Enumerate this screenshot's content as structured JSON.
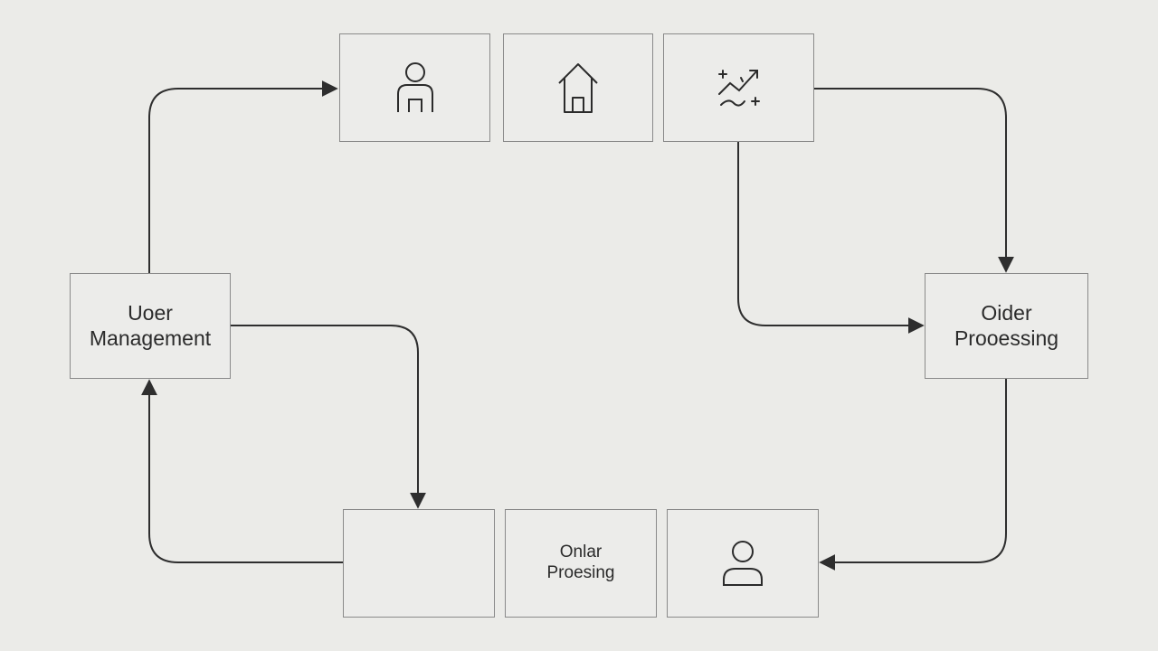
{
  "diagram": {
    "nodes": {
      "user_icon": {
        "icon": "person-icon",
        "label": ""
      },
      "home": {
        "icon": "home-icon",
        "label": ""
      },
      "analytics": {
        "icon": "sparkle-trend-icon",
        "label": ""
      },
      "user_management": {
        "label": "Uoer\nManagement"
      },
      "order_right": {
        "label": "Oider\nProoessing"
      },
      "bottom_empty": {
        "label": ""
      },
      "order_bottom": {
        "label": "Onlar\nProesing"
      },
      "bottom_user": {
        "icon": "user-avatar-icon",
        "label": ""
      }
    },
    "edges": [
      {
        "from": "user_management",
        "to": "user_icon"
      },
      {
        "from": "analytics",
        "to": "order_right",
        "route": "right-arc"
      },
      {
        "from": "analytics",
        "to": "order_right",
        "route": "inner-down"
      },
      {
        "from": "user_management",
        "to": "bottom_empty"
      },
      {
        "from": "order_right",
        "to": "bottom_user"
      },
      {
        "from": "bottom_empty",
        "to": "user_management"
      }
    ],
    "colors": {
      "background": "#ebebe8",
      "node_border": "#8a8a8a",
      "edge": "#2e2e2e",
      "text": "#2b2b2b"
    }
  }
}
